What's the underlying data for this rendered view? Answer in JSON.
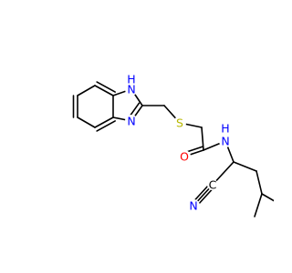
{
  "colors": {
    "bond": "#000000",
    "carbon": "#000000",
    "nitrogen": "#0000FF",
    "oxygen": "#FF0000",
    "sulfur": "#B8B800"
  },
  "atom_labels": {
    "nh": "H",
    "n_imidazole": "N",
    "s": "S",
    "o": "O",
    "nh_amide": "N",
    "h_amide": "H",
    "c_nitrile": "C",
    "n_nitrile": "N"
  }
}
